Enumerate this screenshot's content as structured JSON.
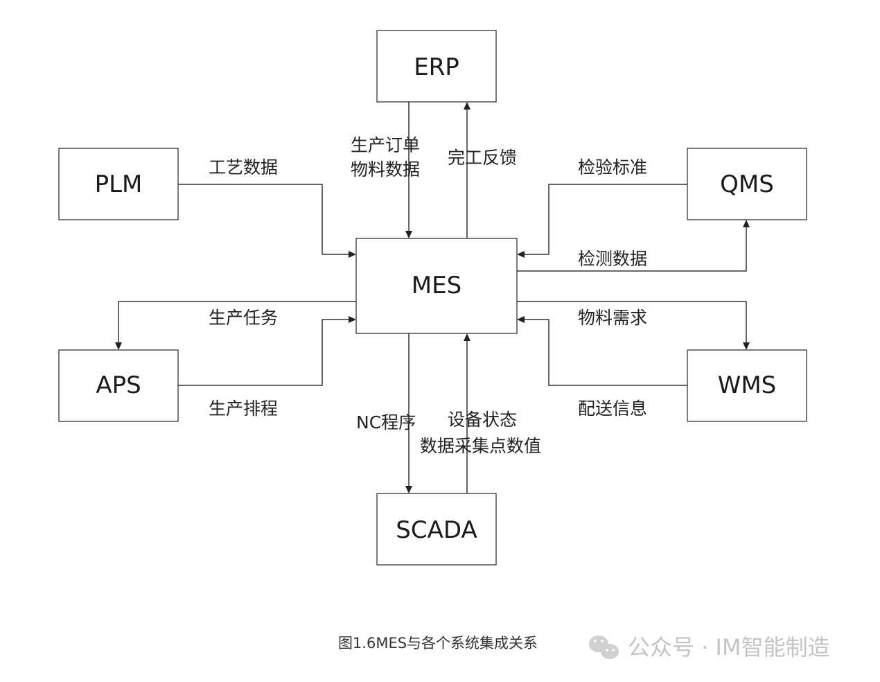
{
  "diagram": {
    "nodes": {
      "erp": "ERP",
      "plm": "PLM",
      "qms": "QMS",
      "mes": "MES",
      "aps": "APS",
      "wms": "WMS",
      "scada": "SCADA"
    },
    "edges": {
      "erp_to_mes_line1": "生产订单",
      "erp_to_mes_line2": "物料数据",
      "mes_to_erp": "完工反馈",
      "plm_to_mes": "工艺数据",
      "qms_to_mes": "检验标准",
      "mes_to_qms": "检测数据",
      "mes_to_aps": "生产任务",
      "aps_to_mes": "生产排程",
      "mes_to_wms": "物料需求",
      "wms_to_mes": "配送信息",
      "mes_to_scada": "NC程序",
      "scada_to_mes_line1": "设备状态",
      "scada_to_mes_line2": "数据采集点数值"
    }
  },
  "caption": "图1.6MES与各个系统集成关系",
  "watermark": {
    "icon": "wechat-icon",
    "text": "公众号 · IM智能制造"
  }
}
